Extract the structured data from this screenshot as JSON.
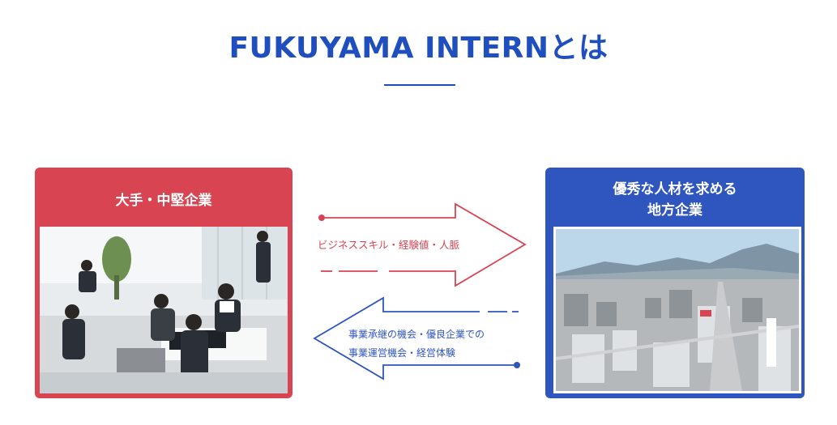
{
  "header": {
    "title": "FUKUYAMA INTERNとは"
  },
  "left_card": {
    "label": "大手・中堅企業",
    "color": "#d94453",
    "image": "office-workers-photo"
  },
  "right_card": {
    "label_line1": "優秀な人材を求める",
    "label_line2": "地方企業",
    "color": "#2f55bf",
    "image": "city-aerial-photo"
  },
  "arrow_to_right": {
    "text": "ビジネススキル・経験値・人脈",
    "color": "#d94453"
  },
  "arrow_to_left": {
    "line1": "事業承継の機会・優良企業での",
    "line2": "事業運営機会・経営体験",
    "color": "#2f55bf"
  }
}
